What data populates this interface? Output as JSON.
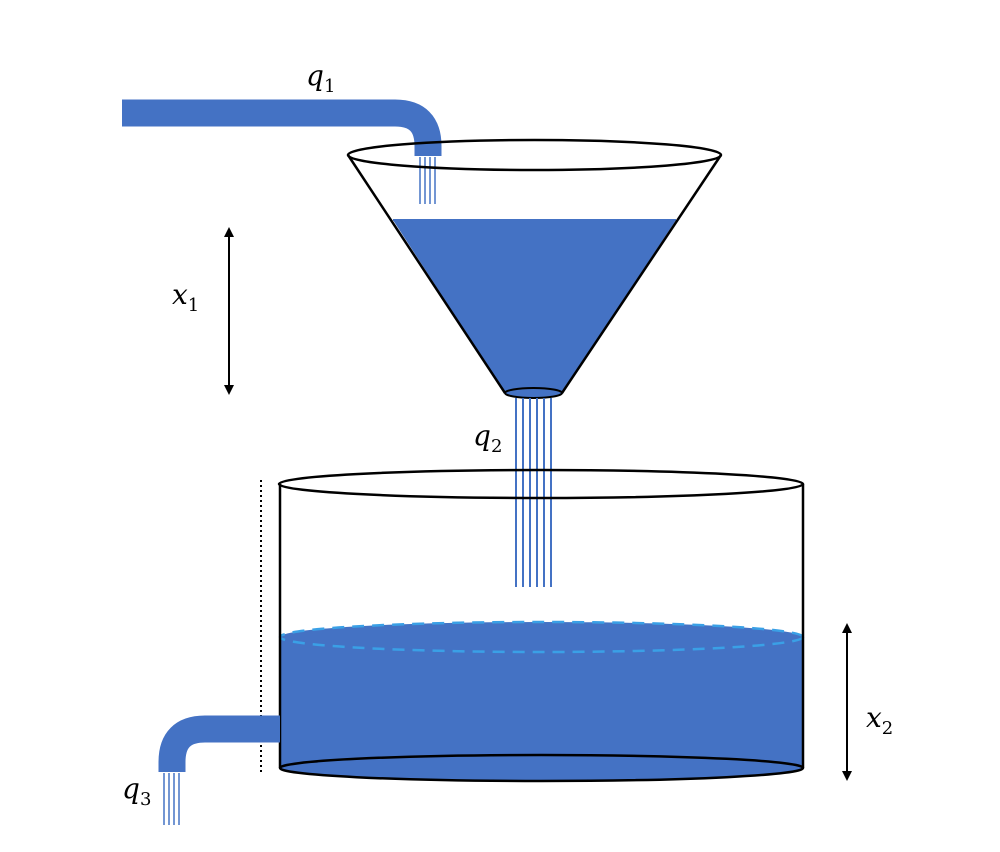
{
  "colors": {
    "water": "#4472C4",
    "water_dark": "#2F5597",
    "surface_dashed": "#3AA0E6",
    "outline": "#000000"
  },
  "labels": {
    "q1": {
      "main": "q",
      "sub": "1"
    },
    "q2": {
      "main": "q",
      "sub": "2"
    },
    "q3": {
      "main": "q",
      "sub": "3"
    },
    "x1": {
      "main": "x",
      "sub": "1"
    },
    "x2": {
      "main": "x",
      "sub": "2"
    }
  }
}
